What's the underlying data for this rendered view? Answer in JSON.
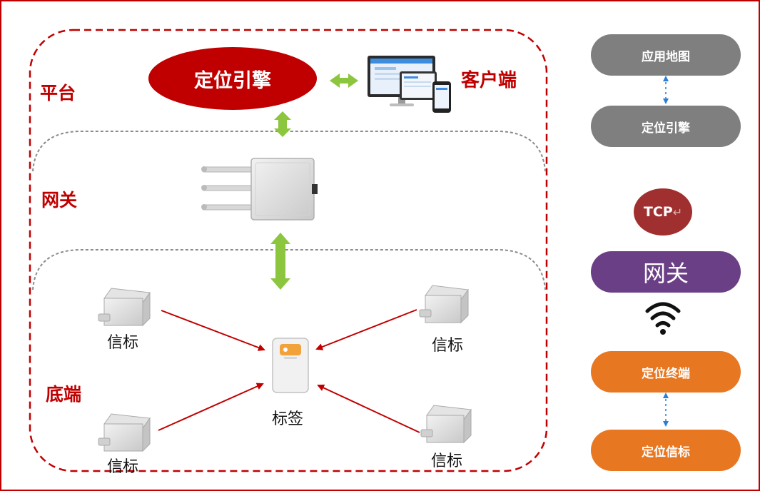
{
  "layers": {
    "platform": "平台",
    "gateway": "网关",
    "bottom": "底端"
  },
  "platform": {
    "engine": "定位引擎",
    "client": "客户端"
  },
  "devices": {
    "beacon_label": "信标",
    "tag_label": "标签"
  },
  "stack": {
    "app_map": "应用地图",
    "engine": "定位引擎",
    "protocol": "TCP",
    "protocol_mark": "↵",
    "gateway": "网关",
    "terminal": "定位终端",
    "beacon": "定位信标"
  },
  "colors": {
    "accent_red": "#c00000",
    "gray_pill": "#7f7f7f",
    "purple_pill": "#6b3f86",
    "orange_pill": "#e87722",
    "tcp_circle": "#a0302f",
    "green_arrow": "#8cc63f"
  }
}
